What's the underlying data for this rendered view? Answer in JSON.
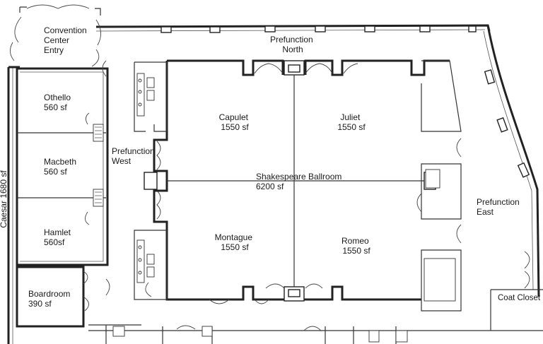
{
  "rooms": {
    "convention_center_entry": [
      "Convention",
      "Center",
      "Entry"
    ],
    "prefunction_north": [
      "Prefunction",
      "North"
    ],
    "othello": [
      "Othello",
      "560 sf"
    ],
    "macbeth": [
      "Macbeth",
      "560 sf"
    ],
    "hamlet": [
      "Hamlet",
      "560sf"
    ],
    "caesar": "Caesar 1680 sf",
    "boardroom": [
      "Boardroom",
      "390 sf"
    ],
    "prefunction_west": [
      "Prefunction",
      "West"
    ],
    "capulet": [
      "Capulet",
      "1550 sf"
    ],
    "juliet": [
      "Juliet",
      "1550 sf"
    ],
    "shakespeare_ballroom": [
      "Shakespeare Ballroom",
      "6200 sf"
    ],
    "montague": [
      "Montague",
      "1550 sf"
    ],
    "romeo": [
      "Romeo",
      "1550 sf"
    ],
    "prefunction_east": [
      "Prefunction",
      "East"
    ],
    "coat_closet": "Coat Closet"
  }
}
